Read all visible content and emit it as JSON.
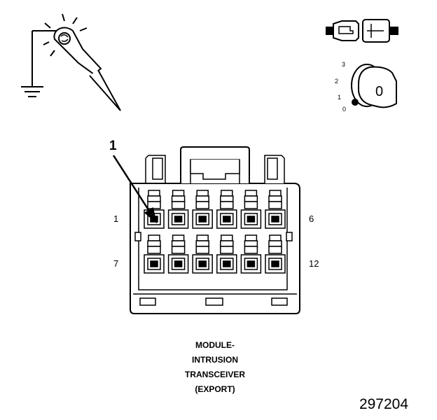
{
  "callout": "1",
  "pins": {
    "top_left": "1",
    "top_right": "6",
    "bottom_left": "7",
    "bottom_right": "12"
  },
  "key": {
    "pos3": "3",
    "pos2": "2",
    "pos1": "1",
    "pos0": "0",
    "face": "0"
  },
  "title_lines": [
    "MODULE-",
    "INTRUSION",
    "TRANSCEIVER",
    "(EXPORT)"
  ],
  "figure_number": "297204",
  "connector": {
    "rows": 2,
    "columns": 6
  }
}
